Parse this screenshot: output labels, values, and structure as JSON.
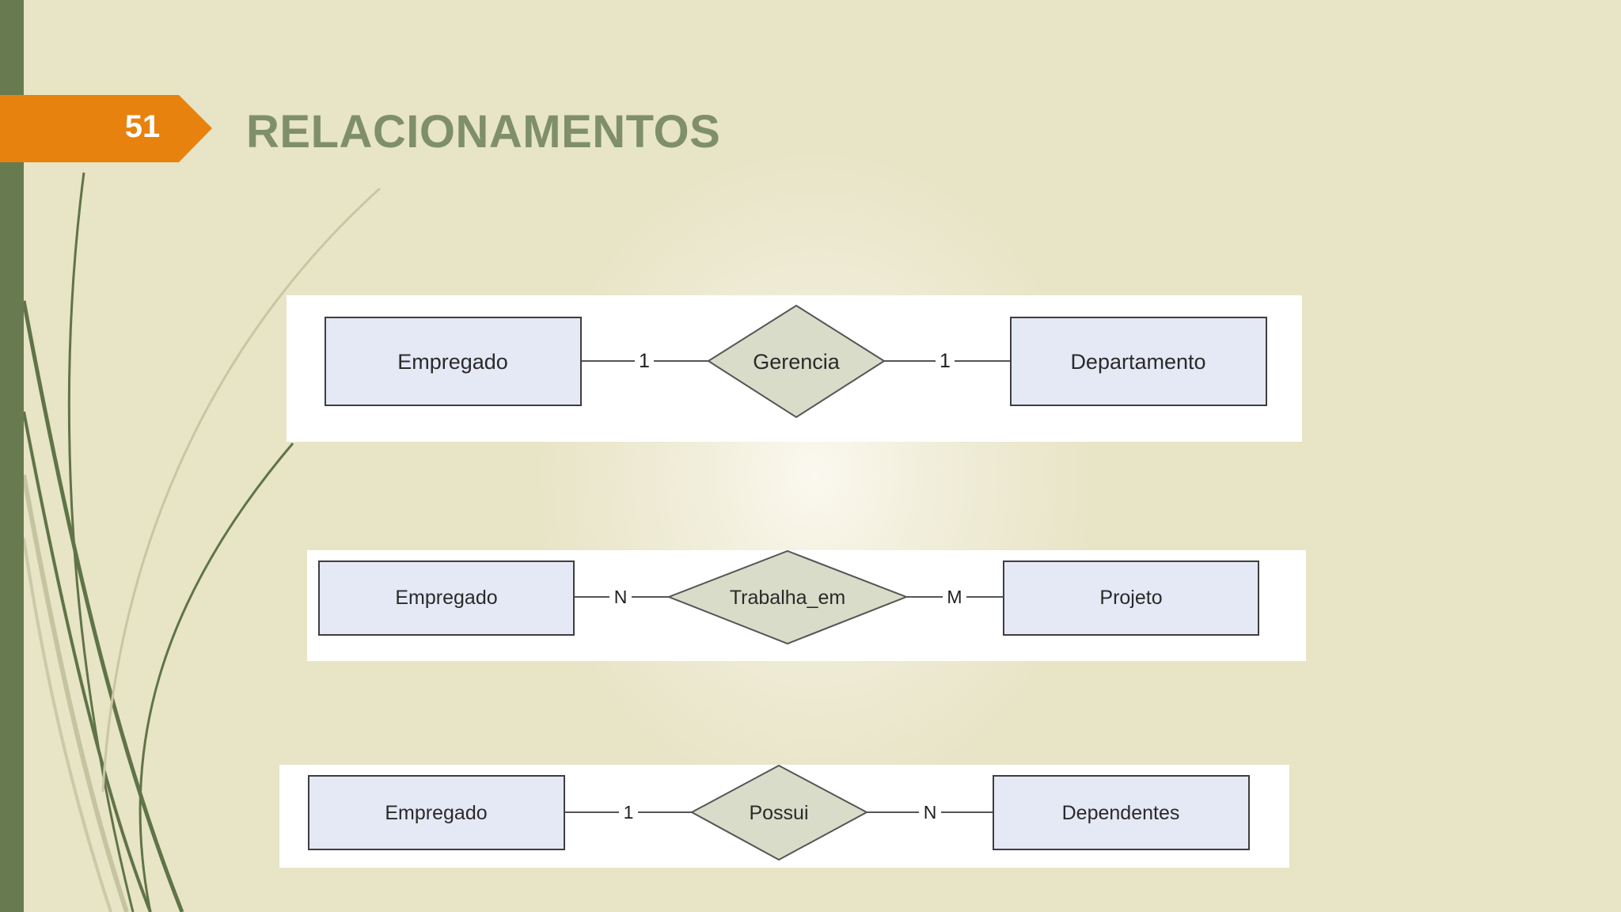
{
  "slide": {
    "number": "51",
    "title": "RELACIONAMENTOS"
  },
  "relationships": [
    {
      "left_entity": "Empregado",
      "left_card": "1",
      "relationship": "Gerencia",
      "right_card": "1",
      "right_entity": "Departamento"
    },
    {
      "left_entity": "Empregado",
      "left_card": "N",
      "relationship": "Trabalha_em",
      "right_card": "M",
      "right_entity": "Projeto"
    },
    {
      "left_entity": "Empregado",
      "left_card": "1",
      "relationship": "Possui",
      "right_card": "N",
      "right_entity": "Dependentes"
    }
  ],
  "colors": {
    "background": "#e8e4c6",
    "accent_orange": "#e8820f",
    "title_green": "#7f8f6b",
    "entity_fill": "#e5e8f5",
    "relationship_fill": "#d9dcc8"
  }
}
